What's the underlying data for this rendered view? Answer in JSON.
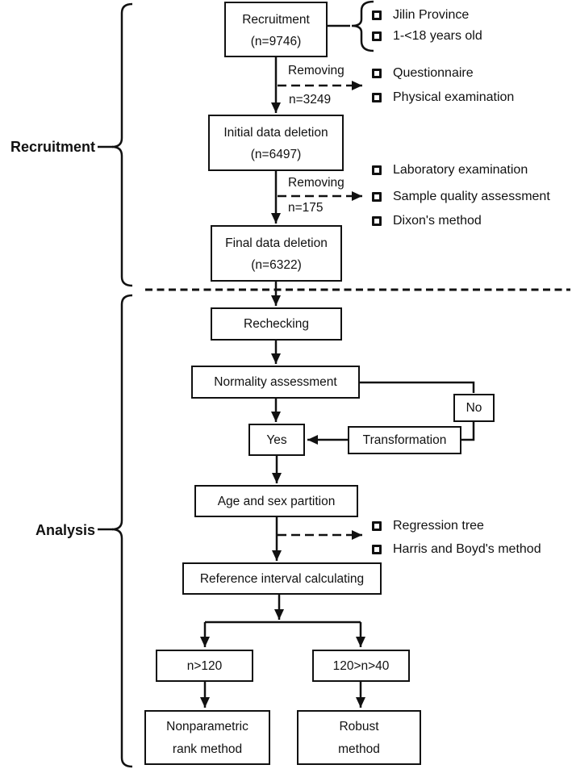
{
  "figure": {
    "section_labels": {
      "recruitment": "Recruitment",
      "analysis": "Analysis"
    },
    "boxes": {
      "recruitment": {
        "line1": "Recruitment",
        "line2": "(n=9746)"
      },
      "initial_deletion": {
        "line1": "Initial data deletion",
        "line2": "(n=6497)"
      },
      "final_deletion": {
        "line1": "Final data deletion",
        "line2": "(n=6322)"
      },
      "rechecking": {
        "label": "Rechecking"
      },
      "normality": {
        "label": "Normality assessment"
      },
      "no": {
        "label": "No"
      },
      "yes": {
        "label": "Yes"
      },
      "transformation": {
        "label": "Transformation"
      },
      "age_sex": {
        "label": "Age and sex partition"
      },
      "reference_interval": {
        "label": "Reference interval calculating"
      },
      "n_gt_120": {
        "label": "n>120"
      },
      "n_between": {
        "label": "120>n>40"
      },
      "nonparametric": {
        "line1": "Nonparametric",
        "line2": "rank method"
      },
      "robust": {
        "line1": "Robust",
        "line2": "method"
      }
    },
    "edge_labels": {
      "removing1": "Removing",
      "count1": "n=3249",
      "removing2": "Removing",
      "count2": "n=175"
    },
    "side_lists": {
      "recruitment_criteria": {
        "items": [
          "Jilin Province",
          "1-<18 years old"
        ]
      },
      "removal1": {
        "items": [
          "Questionnaire",
          "Physical examination"
        ]
      },
      "removal2": {
        "items": [
          "Laboratory examination",
          "Sample quality assessment",
          "Dixon's method"
        ]
      },
      "partition_methods": {
        "items": [
          "Regression tree",
          "Harris and Boyd's method"
        ]
      }
    }
  },
  "colors": {
    "ink": "#111111",
    "background": "#ffffff"
  }
}
